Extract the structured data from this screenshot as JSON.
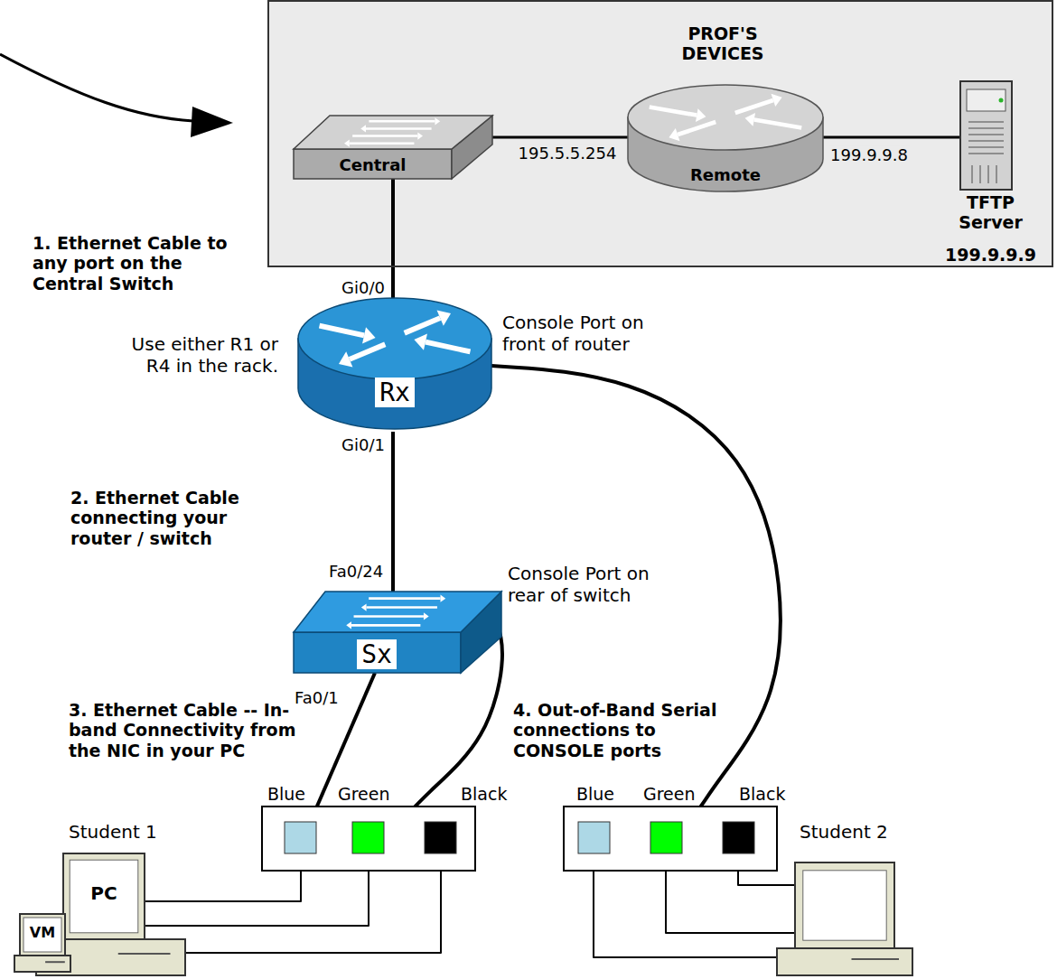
{
  "diagram": {
    "nodes": [
      {
        "text": [
          "PROF'S DEVICES"
        ]
      },
      {
        "text": [
          "Central"
        ],
        "in": 0
      },
      {
        "text": [
          "Remote"
        ],
        "in": 0
      },
      {
        "text": [
          "TFTP Server",
          "199.9.9.9"
        ],
        "in": 0
      },
      {
        "text": [
          "Rx"
        ]
      },
      {
        "text": [
          "Sx"
        ]
      },
      {
        "text": [
          "Blue",
          "Green",
          "Black"
        ]
      },
      {
        "text": [
          "Blue",
          "Green",
          "Black"
        ]
      },
      {
        "text": [
          "Student 1",
          "PC"
        ]
      },
      {
        "text": [
          "VM"
        ]
      },
      {
        "text": [
          "Student 2"
        ]
      }
    ],
    "edges": [
      {
        "from": 1,
        "to": 2,
        "label": "195.5.5.254",
        "arrow": "none"
      },
      {
        "from": 2,
        "to": 3,
        "label": "199.9.9.8",
        "arrow": "none"
      },
      {
        "from": 1,
        "to": 4,
        "arrow": "none"
      },
      {
        "from": 4,
        "to": 5,
        "arrow": "none"
      },
      {
        "from": 5,
        "to": 6,
        "arrow": "none"
      },
      {
        "from": 5,
        "to": 6,
        "arrow": "none"
      },
      {
        "from": 4,
        "to": 7,
        "arrow": "none"
      },
      {
        "from": 6,
        "to": 8,
        "arrow": "none"
      },
      {
        "from": 6,
        "to": 8,
        "arrow": "none"
      },
      {
        "from": 6,
        "to": 8,
        "arrow": "none"
      },
      {
        "from": 7,
        "to": 10,
        "arrow": "none"
      },
      {
        "from": 7,
        "to": 10,
        "arrow": "none"
      },
      {
        "from": 7,
        "to": 10,
        "arrow": "none"
      }
    ],
    "labels": [
      "1. Ethernet Cable to any port on the Central Switch",
      "Gi0/0",
      "Use either R1 or R4 in the rack.",
      "Console Port on front of router",
      "Gi0/1",
      "2. Ethernet Cable connecting your router / switch",
      "Fa0/24",
      "Console Port on rear of switch",
      "Fa0/1",
      "3. Ethernet Cable -- In-band Connectivity from the NIC in your PC",
      "4. Out-of-Band Serial connections to CONSOLE ports"
    ]
  }
}
